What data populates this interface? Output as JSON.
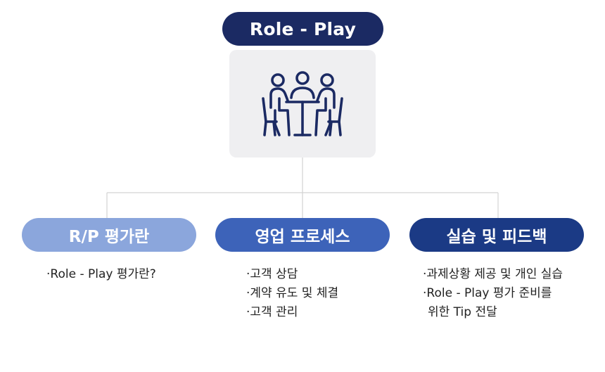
{
  "title": "Role - Play",
  "center_icon": "people-meeting-icon",
  "colors": {
    "title_bg": "#1b2a63",
    "pill_1": "#8ba6dc",
    "pill_2": "#3d63b9",
    "pill_3": "#1b3a85",
    "connector": "#d3d3d3",
    "icon_stroke": "#1b2a63"
  },
  "branches": [
    {
      "label": "R/P 평가란",
      "items": [
        "·Role - Play 평가란?"
      ]
    },
    {
      "label": "영업 프로세스",
      "items": [
        "·고객 상담",
        "·계약 유도 및 체결",
        "·고객 관리"
      ]
    },
    {
      "label": "실습 및 피드백",
      "items": [
        "·과제상황 제공 및 개인 실습",
        "·Role - Play 평가 준비를",
        "위한 Tip 전달"
      ]
    }
  ]
}
